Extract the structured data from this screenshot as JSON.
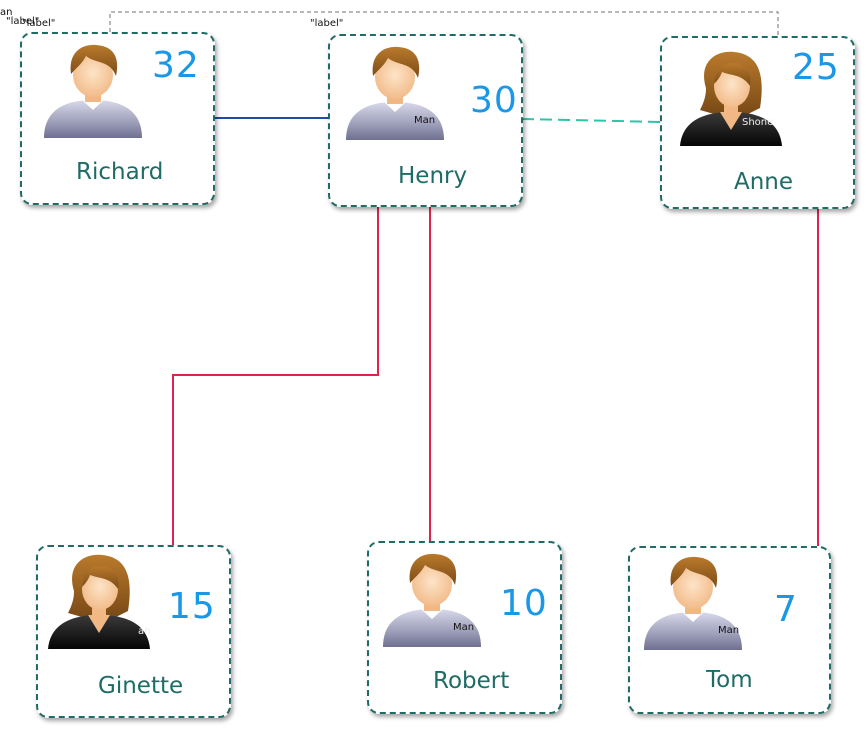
{
  "colors": {
    "node_border": "#1f6b66",
    "age_text": "#1a97e6",
    "name_text": "#1f6b66",
    "partner_line": "#1f4aa8",
    "partner_dashed_line": "#2cc5a6",
    "child_line": "#e0234e",
    "top_dotted_line": "#a0a0a0"
  },
  "stray_labels": {
    "top_left_1": "an",
    "top_left_2": "\"label\"",
    "top_left_3": "\"label\"",
    "top_center": "\"label\""
  },
  "persons": [
    {
      "id": "richard",
      "name": "Richard",
      "age": "32",
      "gender": "man",
      "icon": "man-avatar-icon",
      "caption": ""
    },
    {
      "id": "henry",
      "name": "Henry",
      "age": "30",
      "gender": "man",
      "icon": "man-avatar-icon",
      "caption": "Man"
    },
    {
      "id": "anne",
      "name": "Anne",
      "age": "25",
      "gender": "woman",
      "icon": "woman-avatar-icon",
      "caption": "Shone"
    },
    {
      "id": "ginette",
      "name": "Ginette",
      "age": "15",
      "gender": "woman",
      "icon": "woman-avatar-icon",
      "caption": "an"
    },
    {
      "id": "robert",
      "name": "Robert",
      "age": "10",
      "gender": "man",
      "icon": "man-avatar-icon",
      "caption": "Man"
    },
    {
      "id": "tom",
      "name": "Tom",
      "age": "7",
      "gender": "man",
      "icon": "man-avatar-icon",
      "caption": "Man"
    }
  ],
  "relations": [
    {
      "from": "richard",
      "to": "henry",
      "kind": "solid-blue"
    },
    {
      "from": "henry",
      "to": "anne",
      "kind": "dashed-teal"
    },
    {
      "from": "richard",
      "to": "anne",
      "kind": "dotted-gray"
    },
    {
      "from": "henry",
      "to": "ginette",
      "kind": "red"
    },
    {
      "from": "henry",
      "to": "robert",
      "kind": "red"
    },
    {
      "from": "anne",
      "to": "tom",
      "kind": "red"
    }
  ]
}
